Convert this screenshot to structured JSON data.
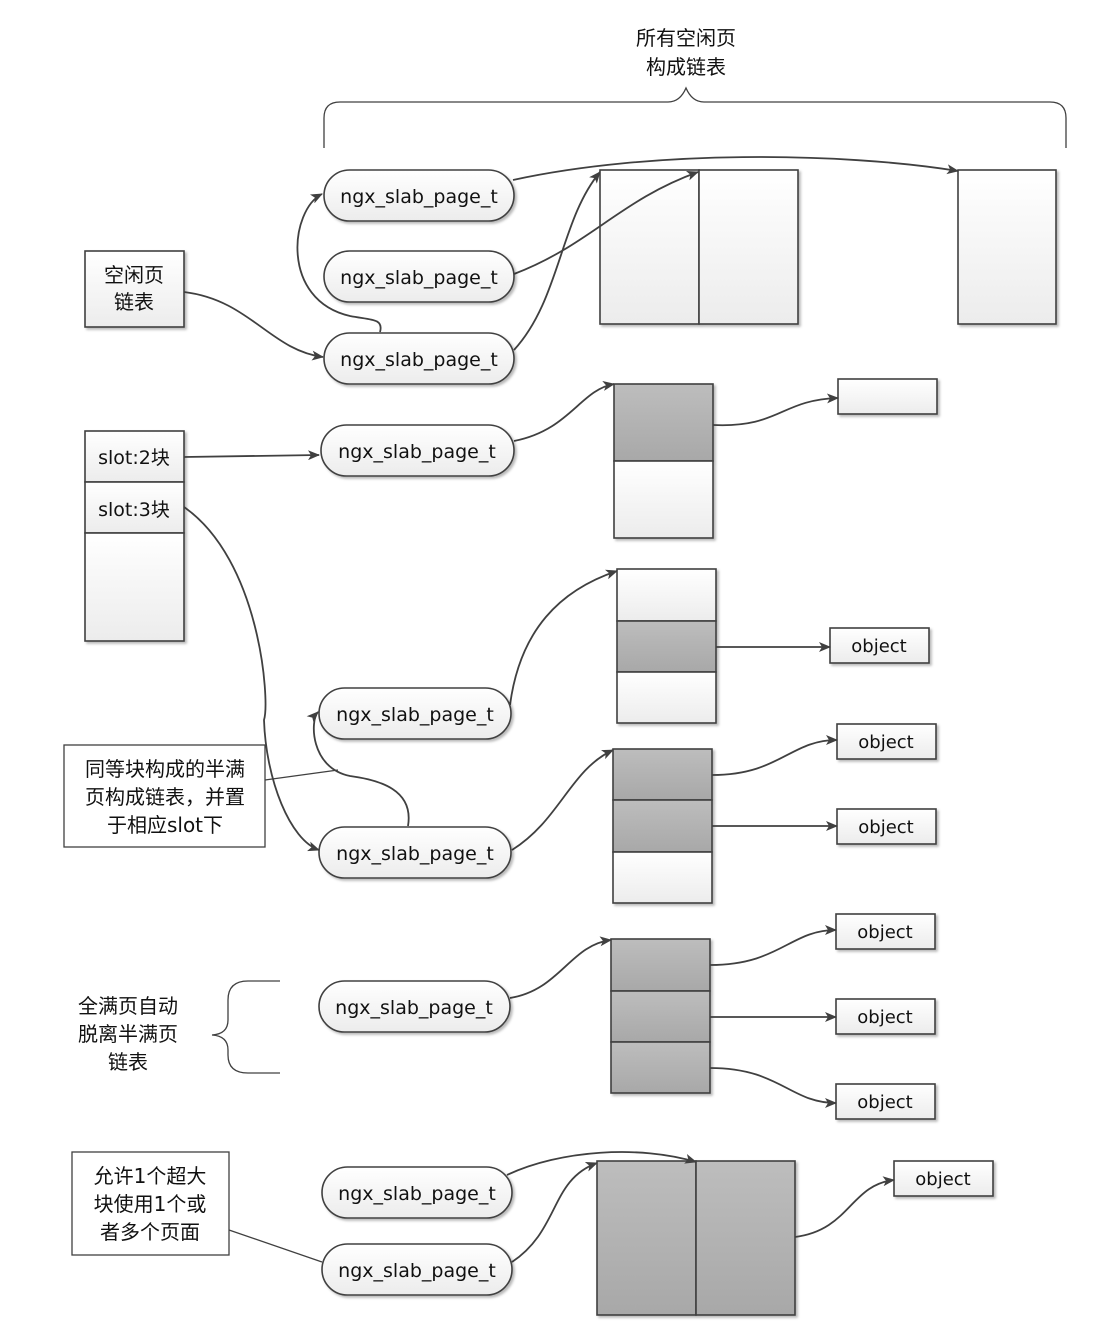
{
  "diagram": {
    "title": "ngx_slab page management",
    "annotations": {
      "all_free_pages_line1": "所有空闲页",
      "all_free_pages_line2": "构成链表",
      "free_list_line1": "空闲页",
      "free_list_line2": "链表",
      "half_full_line1": "同等块构成的半满",
      "half_full_line2": "页构成链表，并置",
      "half_full_line3": "于相应slot下",
      "full_pages_line1": "全满页自动",
      "full_pages_line2": "脱离半满页",
      "full_pages_line3": "链表",
      "large_block_line1": "允许1个超大",
      "large_block_line2": "块使用1个或",
      "large_block_line3": "者多个页面"
    },
    "slots": [
      {
        "label": "slot:2块"
      },
      {
        "label": "slot:3块"
      }
    ],
    "page_nodes": [
      {
        "id": "free-1",
        "label": "ngx_slab_page_t"
      },
      {
        "id": "free-2",
        "label": "ngx_slab_page_t"
      },
      {
        "id": "free-3",
        "label": "ngx_slab_page_t"
      },
      {
        "id": "slot2-page",
        "label": "ngx_slab_page_t"
      },
      {
        "id": "slot3-page-a",
        "label": "ngx_slab_page_t"
      },
      {
        "id": "slot3-page-b",
        "label": "ngx_slab_page_t"
      },
      {
        "id": "full-page",
        "label": "ngx_slab_page_t"
      },
      {
        "id": "large-page-a",
        "label": "ngx_slab_page_t"
      },
      {
        "id": "large-page-b",
        "label": "ngx_slab_page_t"
      }
    ],
    "objects": [
      {
        "label": "object"
      },
      {
        "label": "object"
      },
      {
        "label": "object"
      },
      {
        "label": "object"
      },
      {
        "label": "object"
      },
      {
        "label": "object"
      },
      {
        "label": "object"
      }
    ],
    "colors": {
      "stroke": "#404040",
      "used_block": "#b0b0b0",
      "free_block": "#f2f2f2",
      "node_fill": "#f4f4f4"
    }
  }
}
